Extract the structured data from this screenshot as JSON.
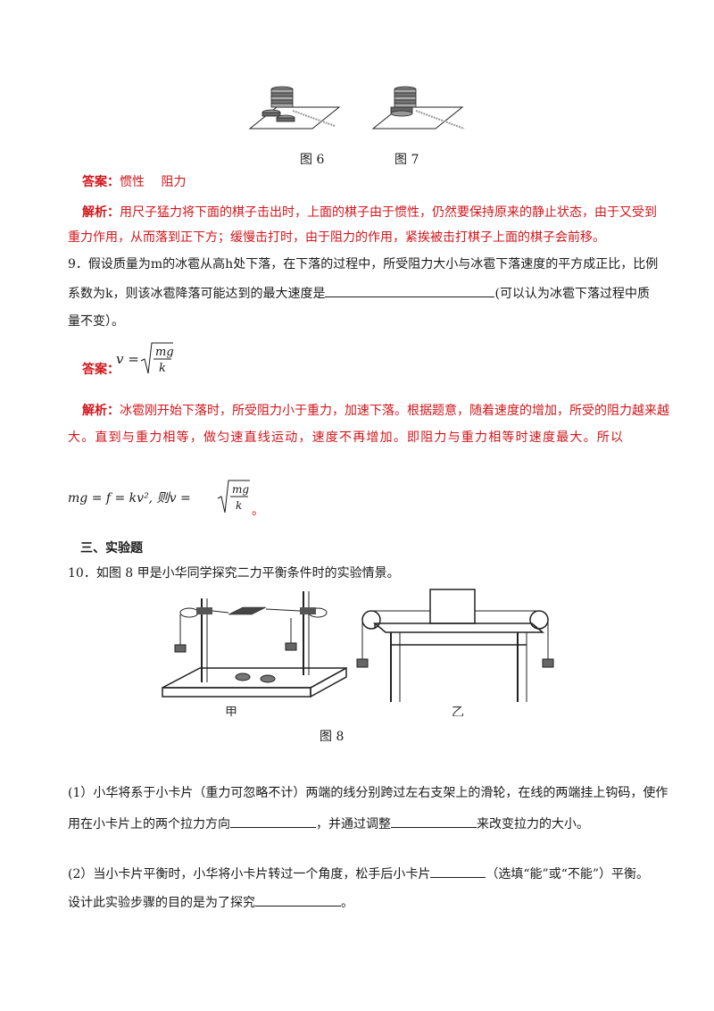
{
  "top_figures": {
    "fig6_caption": "图 6",
    "fig7_caption": "图 7"
  },
  "q8": {
    "answer_label": "答案：",
    "answer_text": "惯性　 阻力",
    "analysis_label": "解析：",
    "analysis_line1": "用尺子猛力将下面的棋子击出时，上面的棋子由于惯性，仍然要保持原来的静止状态，由于又受到",
    "analysis_line2": "重力作用，从而落到正下方；缓慢击打时，由于阻力的作用，紧挨被击打棋子上面的棋子会前移。"
  },
  "q9": {
    "line1": "9．假设质量为m的冰雹从高h处下落，在下落的过程中，所受阻力大小与冰雹下落速度的平方成正比，比例",
    "line2_before": "系数为k，则该冰雹降落可能达到的最大速度是",
    "line2_after": "(可以认为冰雹下落过程中质",
    "line3": "量不变）。",
    "answer_label": "答案：",
    "answer_formula_v": "v =",
    "answer_formula_num": "mg",
    "answer_formula_den": "k",
    "analysis_label": "解析：",
    "analysis_line1": "冰雹刚开始下落时，所受阻力小于重力，加速下落。根据题意，随着速度的增加，所受的阻力越来越",
    "analysis_line2": "大。直到与重力相等，做匀速直线运动，速度不再增加。即阻力与重力相等时速度最大。所以",
    "eq_left": "mg = f = kv², 则v =",
    "eq_num": "mg",
    "eq_den": "k",
    "eq_end": "。"
  },
  "section3": {
    "heading": "三、实验题"
  },
  "q10": {
    "intro": "10．如图 8 甲是小华同学探究二力平衡条件时的实验情景。",
    "fig_label_a": "甲",
    "fig_label_b": "乙",
    "fig_caption": "图 8",
    "p1_line1": "(1）小华将系于小卡片（重力可忽略不计）两端的线分别跨过左右支架上的滑轮，在线的两端挂上钩码，使作",
    "p1_line2_a": "用在小卡片上的两个拉力方向",
    "p1_line2_b": "，并通过调整",
    "p1_line2_c": "来改变拉力的大小。",
    "p2_line1_a": "(2）当小卡片平衡时，小华将小卡片转过一个角度，松手后小卡片",
    "p2_line1_b": "（选填“能”或“不能”）平衡。",
    "p2_line2_a": "设计此实验步骤的目的是为了探究",
    "p2_line2_b": "。"
  }
}
